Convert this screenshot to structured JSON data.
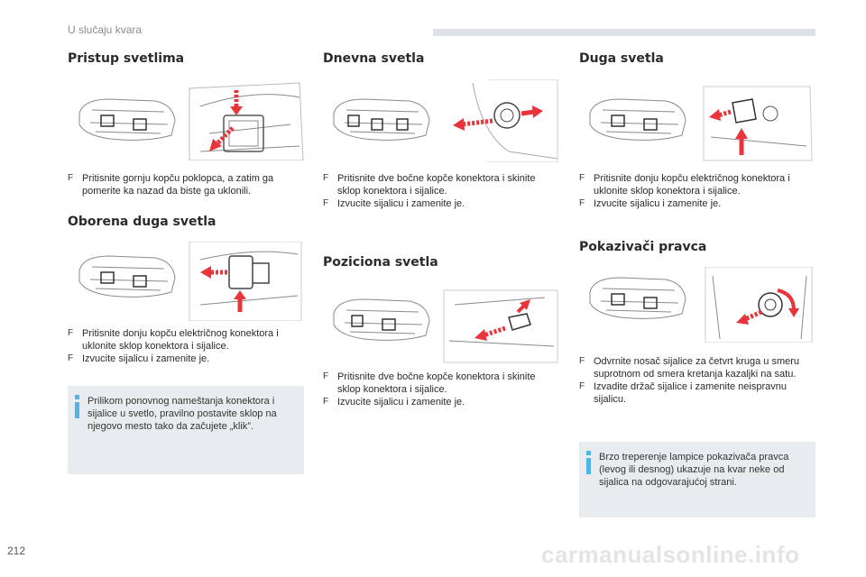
{
  "header": {
    "chapter": "U slučaju kvara"
  },
  "page_number": "212",
  "watermark": "carmanualsonline.info",
  "colors": {
    "arrow": "#e8343b",
    "note_icon": "#4fb4e6",
    "note_bg": "#e9ecef"
  },
  "sections": {
    "access": {
      "title": "Pristup svetlima",
      "bullets": [
        "Pritisnite gornju kopču poklopca, a zatim ga pomerite ka nazad da biste ga uklonili."
      ]
    },
    "low_beam": {
      "title": "Oborena duga svetla",
      "bullets": [
        "Pritisnite donju kopču električnog konektora i uklonite sklop konektora i sijalice.",
        "Izvucite sijalicu i zamenite je."
      ],
      "note": "Prilikom ponovnog nameštanja konektora i sijalice u svetlo, pravilno postavite sklop na njegovo mesto tako da začujete „klik”."
    },
    "daytime": {
      "title": "Dnevna svetla",
      "bullets": [
        "Pritisnite dve bočne kopče konektora i skinite sklop konektora i sijalice.",
        "Izvucite sijalicu i zamenite je."
      ]
    },
    "position": {
      "title": "Poziciona svetla",
      "bullets": [
        "Pritisnite dve bočne kopče konektora i skinite sklop konektora i sijalice.",
        "Izvucite sijalicu i zamenite je."
      ]
    },
    "high_beam": {
      "title": "Duga svetla",
      "bullets": [
        "Pritisnite donju kopču električnog konektora i uklonite sklop konektora i sijalice.",
        "Izvucite sijalicu i zamenite je."
      ]
    },
    "indicators": {
      "title": "Pokazivači pravca",
      "bullets": [
        "Odvrnite nosač sijalice za četvrt kruga u smeru suprotnom od smera kretanja kazaljki na satu.",
        "Izvadite držač sijalice i zamenite neispravnu sijalicu."
      ],
      "note": "Brzo treperenje lampice pokazivača pravca (levog ili desnog) ukazuje na kvar neke od sijalica na odgovarajućoj strani."
    }
  },
  "bullet_marker": "F"
}
